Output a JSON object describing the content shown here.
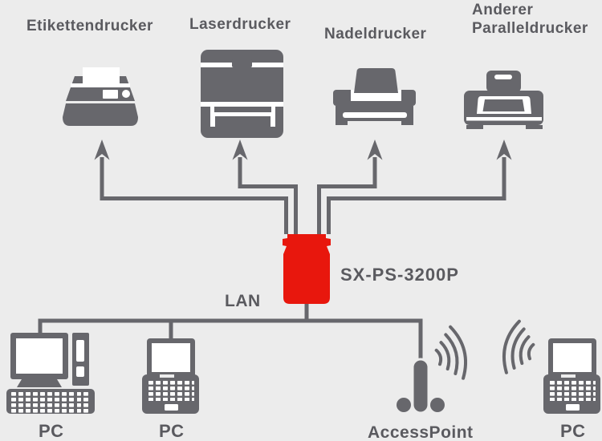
{
  "colors": {
    "background": "#ECECEC",
    "device_gray": "#67676C",
    "label_text": "#5A5A5F",
    "print_server_red": "#E8170D",
    "screen_white": "#FFFFFF"
  },
  "printers": [
    {
      "name": "label-printer",
      "icon": "label-printer-icon",
      "label": "Etikettendrucker"
    },
    {
      "name": "laser-printer",
      "icon": "laser-printer-icon",
      "label": "Laserdrucker"
    },
    {
      "name": "dot-matrix-printer",
      "icon": "dot-matrix-printer-icon",
      "label": "Nadeldrucker"
    },
    {
      "name": "other-parallel-printer",
      "icon": "inkjet-printer-icon",
      "label_line1": "Anderer",
      "label_line2": "Paralleldrucker"
    }
  ],
  "print_server": {
    "icon": "print-server-icon",
    "model": "SX-PS-3200P"
  },
  "network": {
    "lan_label": "LAN",
    "connections": "four parallel-port arrows from server to printers; LAN bus to clients"
  },
  "clients": [
    {
      "name": "desktop-pc",
      "icon": "desktop-pc-icon",
      "label": "PC"
    },
    {
      "name": "laptop-pc",
      "icon": "laptop-icon",
      "label": "PC"
    },
    {
      "name": "access-point",
      "icon": "access-point-icon",
      "label": "AccessPoint"
    },
    {
      "name": "wireless-laptop-pc",
      "icon": "wireless-laptop-icon",
      "label": "PC"
    }
  ]
}
